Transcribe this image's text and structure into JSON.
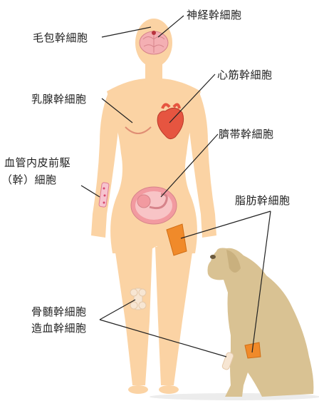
{
  "labels": {
    "neural": "神経幹細胞",
    "hair": "毛包幹細胞",
    "cardiac": "心筋幹細胞",
    "mammary": "乳腺幹細胞",
    "umbilical": "臍帯幹細胞",
    "endothelial_line1": "血管内皮前駆",
    "endothelial_line2": "（幹）細胞",
    "adipose": "脂肪幹細胞",
    "bone_marrow": "骨髄幹細胞",
    "hematopoietic": "造血幹細胞"
  },
  "colors": {
    "skin": "#FBD3A4",
    "dog": "#D9C293",
    "brain": "#F4AFB3",
    "heart": "#E65540",
    "fat": "#F08A2A",
    "bone": "#F7E6D3",
    "leader": "#222222"
  }
}
